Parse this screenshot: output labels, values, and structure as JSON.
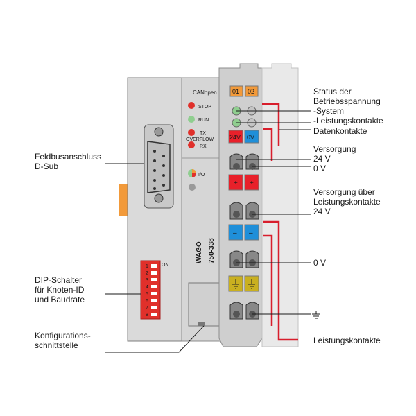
{
  "device": {
    "bus_name": "CANopen",
    "leds": {
      "stop": "STOP",
      "run": "RUN",
      "tx": "TX",
      "overflow": "OVERFLOW",
      "rx": "RX",
      "io": "I/O"
    },
    "brand": "WAGO",
    "model": "750-338",
    "dip_on": "ON",
    "dip_numbers": [
      "1",
      "2",
      "3",
      "4",
      "5",
      "6",
      "7",
      "8"
    ],
    "status_tags": [
      "01",
      "02"
    ],
    "supply_tags": [
      "24V",
      "0V"
    ],
    "plus_sign": "+",
    "minus_sign": "–"
  },
  "labels": {
    "left": {
      "feldbus": [
        "Feldbusanschluss",
        "D-Sub"
      ],
      "dip": [
        "DIP-Schalter",
        "für Knoten-ID",
        "und Baudrate"
      ],
      "config": [
        "Konfigurations-",
        "schnittstelle"
      ]
    },
    "right": {
      "status": [
        "Status der",
        "Betriebsspannung",
        "-System",
        "-Leistungskontakte"
      ],
      "daten": [
        "Datenkontakte"
      ],
      "versorgung": [
        "Versorgung",
        "24 V",
        "0 V"
      ],
      "versorgung_lk": [
        "Versorgung über",
        "Leistungskontakte",
        "24 V"
      ],
      "zero_v": [
        "0 V"
      ],
      "leistung": [
        "Leistungskontakte"
      ]
    }
  },
  "colors": {
    "housing": "#d9d9d9",
    "terminal": "#c8c8c8",
    "led_red": "#e0302b",
    "led_green": "#8fce8f",
    "orange": "#f29a3a",
    "red_tag": "#e8202a",
    "blue_tag": "#1f8fd9",
    "yellow_tag": "#c9b020",
    "accent_line": "#d81e2c",
    "wago_green": "#6fbf3a"
  }
}
